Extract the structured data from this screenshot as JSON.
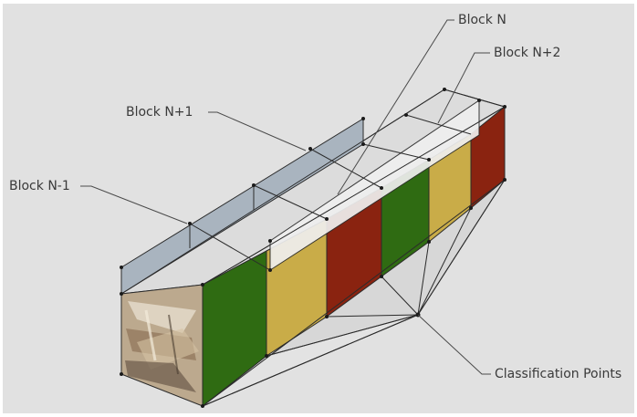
{
  "labels": {
    "block_n": "Block N",
    "block_n_plus_2": "Block N+2",
    "block_n_plus_1": "Block N+1",
    "block_n_minus_1": "Block N-1",
    "classification_points": "Classification Points"
  },
  "colors": {
    "background": "#e1e1e1",
    "frame": "#ffffff",
    "panel_light": "#e8e8e8",
    "panel_top": "#dcdcdc",
    "divider_panel": "#a9b4bf",
    "green": "#2f6b12",
    "yellow": "#c9ac48",
    "red": "#8a2310",
    "edge": "#2b2b2b"
  }
}
